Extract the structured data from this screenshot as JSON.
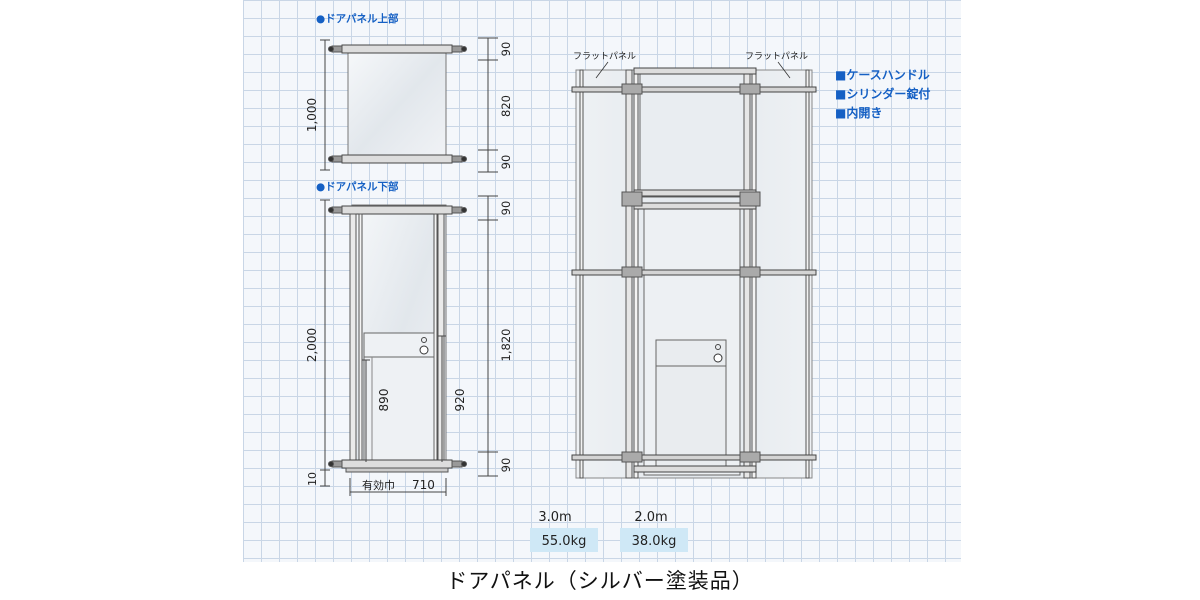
{
  "upper_section": {
    "title": "●ドアパネル上部",
    "total_height": "1,000",
    "dims": [
      "90",
      "820",
      "90"
    ]
  },
  "lower_section": {
    "title": "●ドアパネル下部",
    "total_height": "2,000",
    "dims": [
      "90",
      "1,820",
      "90"
    ],
    "door_height": "890",
    "door_frame_height": "920",
    "bottom_gap": "10",
    "effective_width_label": "有効巾",
    "effective_width_value": "710"
  },
  "assembly": {
    "flat_panel_left": "フラットパネル",
    "flat_panel_right": "フラットパネル",
    "features": [
      "■ケースハンドル",
      "■シリンダー錠付",
      "■内開き"
    ]
  },
  "specs": {
    "heights": [
      "3.0m",
      "2.0m"
    ],
    "weights": [
      "55.0kg",
      "38.0kg"
    ]
  },
  "caption": "ドアパネル（シルバー塗装品）",
  "colors": {
    "accent_blue": "#1560c4",
    "weight_box": "#cfe8f6",
    "frame_gray": "#555555",
    "panel_fill": "#e9edf1"
  }
}
